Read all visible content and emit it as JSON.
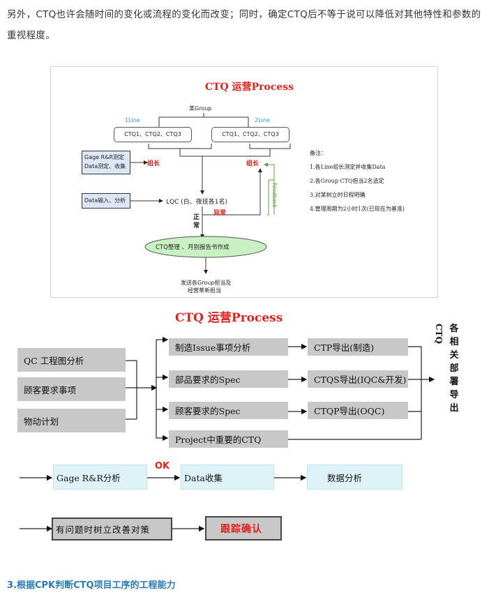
{
  "intro_text": "另外，CTQ也许会随时间的变化或流程的变化而改变；同时，确定CTQ后不等于说可以降低对其他特性和参数的重视程度。",
  "figure1": {
    "title": "CTQ 运营Process",
    "group_label": "某Group",
    "line1_label": "1Line",
    "line2_label": "2Line",
    "ctq_box_left": "CTQ1、CTQ2、CTQ3",
    "ctq_box_right": "CTQ1、CTQ2、CTQ3",
    "gage_box_line1": "Gage R&R测定",
    "gage_box_line2": "Data测定、收集",
    "leader_left": "组长",
    "leader_right": "组长",
    "data_input_box": "Data输入、分析",
    "lqc_label": "LQC (白、夜班各1名)",
    "normal_label_1": "正",
    "normal_label_2": "常",
    "abnormal_label": "异常",
    "feedback_label": "Feedback",
    "ellipse_label": "CTQ整理 、月别报告书作成",
    "send_line1": "发送各Group担当及",
    "send_line2": "经营革新担当",
    "notes_title": "备注：",
    "notes": [
      "1.各Line组长测定并收集Data",
      "2.各Group CTQ担当2名选定",
      "3.对某树立时日程明确",
      "4.管理周期为2小时1次(已现在为基准)"
    ]
  },
  "figure2": {
    "title": "CTQ 运营Process",
    "left_boxes": [
      "QC 工程图分析",
      "顾客要求事项",
      "物动计划"
    ],
    "middle_boxes": [
      "制造Issue事项分析",
      "部品要求的Spec",
      "顾客要求的Spec",
      "Project中重要的CTQ"
    ],
    "right_boxes": [
      "CTP导出(制造)",
      "CTQS导出(IQC&开发)",
      "CTQP导出(OQC)"
    ],
    "vertical_ctq": "CTQ",
    "vertical_text": [
      "各",
      "相",
      "关",
      "部",
      "署",
      "导",
      "出"
    ],
    "row3": [
      "Gage R&R分析",
      "Data收集",
      "数据分析"
    ],
    "ok_label": "OK",
    "row4_left": "有问题时树立改善对策",
    "row4_right": "跟踪确认"
  },
  "footer_heading": "3.根据CPK判断CTQ项目工序的工程能力",
  "colors": {
    "red": "#e0201b",
    "cyan_label": "#2b9fc9",
    "grey_box": "#c8c8c8",
    "light_cyan": "#ddf3f8",
    "ellipse_green": "#c9f0c3",
    "feedback_green": "#5aa040",
    "footer_blue": "#2a7ab8"
  }
}
